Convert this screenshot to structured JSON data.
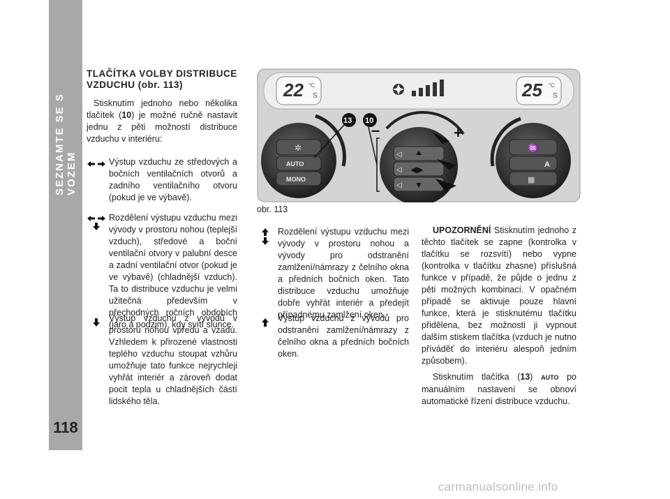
{
  "sidebar": {
    "title": "SEZNAMTE SE S VOZEM",
    "page_number": "118"
  },
  "heading": {
    "line1": "TLAČÍTKA VOLBY DISTRIBUCE",
    "line2": "VZDUCHU",
    "ref": "(obr. 113)"
  },
  "intro": {
    "text_before": "Stisknutím jednoho nebo několika tlačítek (",
    "btn": "10",
    "text_after": ") je možné ručně nastavit jednu z pěti možností distribuce vzduchu v interiéru:"
  },
  "items": [
    {
      "icon": "arrows-left-right-icon",
      "text": "Výstup vzduchu ze středových a bočních ventilačních otvorů a zadního ventilačního otvoru (pokud je ve výbavě)."
    },
    {
      "icon": "arrows-left-right-down-icon",
      "text": "Rozdělení výstupu vzduchu mezi vývody v prostoru nohou (teplejší vzduch), středové a boční ventilační otvory v palubní desce a zadní ventilační otvor (pokud je ve výbavě) (chladnější vzduch). Ta to distribuce vzduchu je velmi užitečná především v přechodných ročních obdobích (jaro a podzim), kdy svítí slunce."
    },
    {
      "icon": "arrow-down-icon",
      "text": "Výstup vzduchu z vývodů v prostoru nohou vpředu a vzadu. Vzhledem k přirozené vlastnosti teplého vzduchu stoupat vzhůru umožňuje tato funkce nejrychleji vyhřát interiér a zároveň dodat pocit tepla u chladnějších částí lidského těla."
    }
  ],
  "figure": {
    "caption": "obr. 113",
    "temp_left": "22",
    "temp_right": "25",
    "unit_c": "°C",
    "unit_s": "S",
    "btn_auto": "AUTO",
    "btn_mono": "MONO",
    "btn_a": "A",
    "callout_13": "13",
    "callout_10": "10",
    "minus": "–",
    "plus": "+"
  },
  "items2": [
    {
      "icon": "arrows-up-down-icon",
      "text": "Rozdělení výstupu vzduchu mezi vývody v prostoru nohou a vývody pro odstranění zamlžení/námrazy z čelního okna a předních bočních oken. Tato distribuce vzduchu umožňuje dobře vyhřát interiér a předejít případnému zamlžení oken."
    },
    {
      "icon": "arrow-up-icon",
      "text": "Výstup vzduchu z vývodů pro odstranění zamlžení/námrazy z čelního okna a předních bočních oken."
    }
  ],
  "warning": {
    "label": "UPOZORNĚNÍ",
    "text": "Stisknutím jednoho z těchto tlačítek se zapne (kontrolka v tlačítku se rozsvítí) nebo vypne (kontrolka v tlačítku zhasne) příslušná funkce v případě, že půjde o jednu z pěti možných kombinací. V opačném případě se aktivuje pouze hlavní funkce, která je stisknutému tlačítku přidělena, bez možnosti ji vypnout dalším stiskem tlačítka (vzduch je nutno příváděť do interiéru alespoň jedním způsobem).",
    "p2_before": "Stisknutím tlačítka (",
    "p2_btn": "13",
    "p2_mid": ") ",
    "p2_auto": "AUTO",
    "p2_after": " po manuálním nastavení se obnoví automatické řízení distribuce vzduchu."
  },
  "footer": "carmanualsonline.info"
}
